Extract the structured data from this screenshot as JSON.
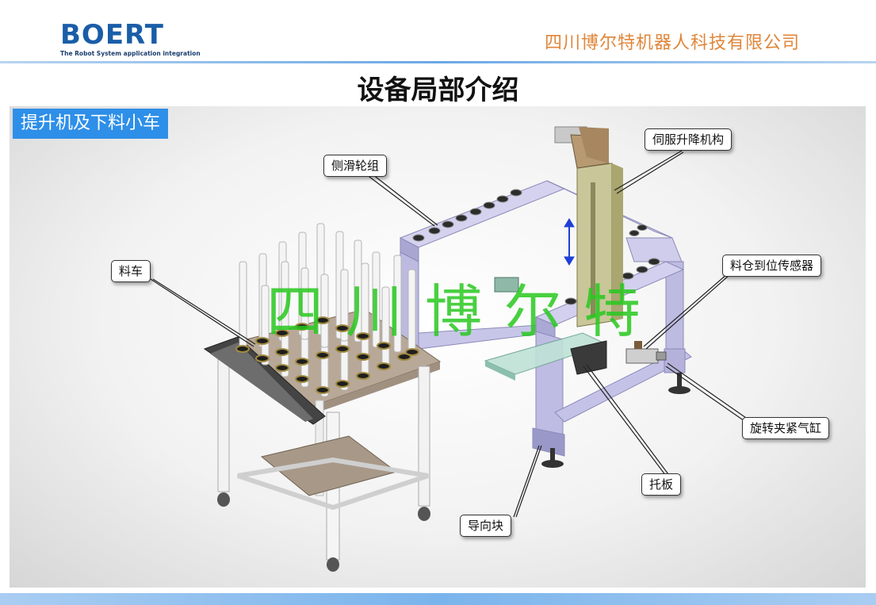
{
  "header": {
    "logo_text": "BOERT",
    "logo_subtitle": "The Robot System application integration",
    "company_name": "四川博尔特机器人科技有限公司"
  },
  "page_title": "设备局部介绍",
  "section_tag": "提升机及下料小车",
  "callouts": {
    "side_roller": "侧滑轮组",
    "servo_lift": "伺服升降机构",
    "cart": "料车",
    "bin_sensor": "料仓到位传感器",
    "rotary_clamp_cylinder": "旋转夹紧气缸",
    "pallet": "托板",
    "guide_block": "导向块"
  },
  "watermark": "四川博尔特",
  "colors": {
    "brand_blue": "#1a5da8",
    "company_orange": "#e0863a",
    "tag_blue": "#2e8fe8",
    "watermark_green": "#28c81e",
    "frame_lavender": "#c9c7e6"
  }
}
